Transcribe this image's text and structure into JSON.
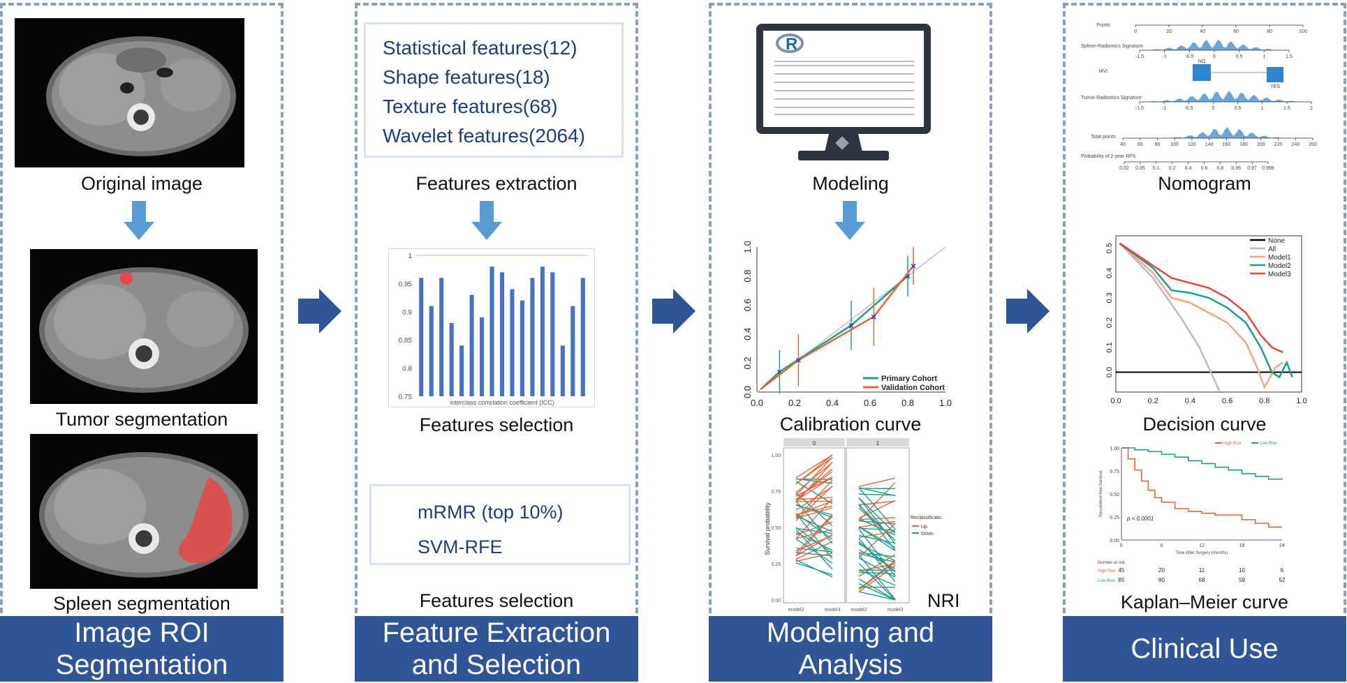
{
  "panels": {
    "p1": {
      "footer": [
        "Image ROI",
        "Segmentation"
      ],
      "captions": {
        "original": "Original image",
        "tumor": "Tumor segmentation",
        "spleen": "Spleen segmentation"
      }
    },
    "p2": {
      "footer": [
        "Feature Extraction",
        "and Selection"
      ],
      "feature_list": [
        "Statistical features(12)",
        "Shape features(18)",
        "Texture features(68)",
        "Wavelet features(2064)"
      ],
      "caption_extraction": "Features extraction",
      "caption_selection1": "Features selection",
      "methods": [
        "mRMR (top 10%)",
        "SVM-RFE"
      ],
      "caption_selection2": "Features selection"
    },
    "p3": {
      "footer": [
        "Modeling and",
        "Analysis"
      ],
      "caption_modeling": "Modeling",
      "caption_calibration": "Calibration curve",
      "caption_nri": "NRI",
      "monitor_logo": "R"
    },
    "p4": {
      "footer": [
        "Clinical Use"
      ],
      "caption_nomogram": "Nomogram",
      "caption_decision": "Decision curve",
      "caption_km": "Kaplan–Meier curve"
    }
  },
  "chart_data": [
    {
      "type": "bar",
      "xlabel": "interclass correlation coefficient (ICC)",
      "ylim": [
        0.75,
        1.0
      ],
      "yticks": [
        "0.75",
        "0.8",
        "0.85",
        "0.9",
        "0.95",
        "1"
      ],
      "values": [
        0.96,
        0.91,
        0.96,
        0.88,
        0.84,
        0.93,
        0.89,
        0.98,
        0.97,
        0.94,
        0.92,
        0.96,
        0.98,
        0.97,
        0.84,
        0.91,
        0.96
      ],
      "reference_line": 1.0,
      "colors": {
        "bar": "#4472c4",
        "ref": "#f4b183"
      }
    },
    {
      "type": "line",
      "xlim": [
        0,
        1
      ],
      "ylim": [
        0,
        1
      ],
      "xticks": [
        "0.0",
        "0.2",
        "0.4",
        "0.6",
        "0.8",
        "1.0"
      ],
      "yticks": [
        "0.0",
        "0.2",
        "0.4",
        "0.6",
        "0.8",
        "1.0"
      ],
      "legend_position": "bottom-right",
      "series": [
        {
          "name": "Primary Cohort",
          "color": "#1b9e8e",
          "x": [
            0.12,
            0.5,
            0.8
          ],
          "y": [
            0.14,
            0.46,
            0.8
          ],
          "err": [
            0.15,
            0.17,
            0.14
          ]
        },
        {
          "name": "Validation Cohort",
          "color": "#e8643a",
          "x": [
            0.22,
            0.62,
            0.83
          ],
          "y": [
            0.22,
            0.52,
            0.87
          ],
          "err": [
            0.18,
            0.2,
            0.13
          ]
        }
      ]
    },
    {
      "type": "line",
      "panels": [
        "0",
        "1"
      ],
      "ylabel": "Survival probability",
      "xticks": [
        "model2",
        "model3"
      ],
      "yticks": [
        "0.00",
        "0.25",
        "0.50",
        "0.75",
        "1.00"
      ],
      "legend_title": "Reclassification",
      "legend": [
        {
          "name": "Up",
          "color": "#e8643a"
        },
        {
          "name": "Down",
          "color": "#1b9e8e"
        }
      ]
    },
    {
      "type": "scatter",
      "rows": [
        "Points",
        "Spleen-Radiomics Signature",
        "MVI",
        "Tumor-Radiomics Signature",
        "Total points",
        "Probability of 2-year RFS"
      ],
      "points_ticks": [
        "0",
        "20",
        "40",
        "60",
        "80",
        "100"
      ],
      "spleen_ticks": [
        "-1.5",
        "-1",
        "-0.5",
        "0",
        "0.5",
        "1",
        "1.5"
      ],
      "mvi_labels": [
        "NO",
        "YES"
      ],
      "tumor_ticks": [
        "-1.5",
        "-1",
        "-0.5",
        "0",
        "0.5",
        "1",
        "1.5",
        "2"
      ],
      "total_ticks": [
        "40",
        "60",
        "80",
        "100",
        "120",
        "140",
        "160",
        "180",
        "200",
        "220",
        "240",
        "260"
      ],
      "prob_ticks": [
        "0.02",
        "0.05",
        "0.1",
        "0.2",
        "0.4",
        "0.6",
        "0.8",
        "0.95",
        "0.97",
        "0.998"
      ]
    },
    {
      "type": "line",
      "xlim": [
        0,
        1
      ],
      "ylim": [
        -0.08,
        0.55
      ],
      "xticks": [
        "0.0",
        "0.2",
        "0.4",
        "0.6",
        "0.8",
        "1.0"
      ],
      "yticks": [
        "0.0",
        "0.1",
        "0.2",
        "0.3",
        "0.4",
        "0.5"
      ],
      "legend_position": "top-right",
      "series": [
        {
          "name": "None",
          "color": "#000000",
          "x": [
            0,
            1
          ],
          "y": [
            0,
            0
          ]
        },
        {
          "name": "All",
          "color": "#bbbbbb",
          "x": [
            0.02,
            0.2,
            0.35,
            0.45,
            0.56
          ],
          "y": [
            0.52,
            0.38,
            0.22,
            0.1,
            -0.08
          ]
        },
        {
          "name": "Model1",
          "color": "#f4a582",
          "x": [
            0.02,
            0.2,
            0.3,
            0.4,
            0.5,
            0.6,
            0.7,
            0.76,
            0.8,
            0.86,
            0.9
          ],
          "y": [
            0.52,
            0.4,
            0.3,
            0.28,
            0.24,
            0.2,
            0.12,
            0.02,
            -0.06,
            0.02,
            0.04
          ]
        },
        {
          "name": "Model2",
          "color": "#1b9e8e",
          "x": [
            0.02,
            0.2,
            0.3,
            0.4,
            0.5,
            0.6,
            0.7,
            0.78,
            0.84,
            0.88,
            0.92,
            0.95
          ],
          "y": [
            0.52,
            0.42,
            0.33,
            0.32,
            0.3,
            0.26,
            0.2,
            0.1,
            0.0,
            -0.02,
            0.04,
            -0.02
          ]
        },
        {
          "name": "Model3",
          "color": "#e8443a",
          "x": [
            0.02,
            0.2,
            0.3,
            0.4,
            0.5,
            0.6,
            0.7,
            0.78,
            0.84,
            0.9
          ],
          "y": [
            0.52,
            0.43,
            0.38,
            0.36,
            0.34,
            0.3,
            0.24,
            0.15,
            0.1,
            0.08
          ]
        }
      ]
    },
    {
      "type": "line",
      "ylabel": "Recurrence-free Survival",
      "xlabel": "Time After Surgery (months)",
      "xticks": [
        "0",
        "6",
        "12",
        "18",
        "24"
      ],
      "yticks": [
        "0.00",
        "0.25",
        "0.50",
        "0.75",
        "1.00"
      ],
      "annotation": "p < 0.0001",
      "series": [
        {
          "name": "High Risk",
          "color": "#e8643a",
          "x": [
            0,
            1,
            2,
            3,
            4,
            5,
            6,
            8,
            10,
            12,
            14,
            16,
            18,
            20,
            22,
            24
          ],
          "y": [
            1.0,
            0.88,
            0.76,
            0.64,
            0.54,
            0.46,
            0.41,
            0.34,
            0.31,
            0.29,
            0.27,
            0.27,
            0.22,
            0.18,
            0.14,
            0.14
          ]
        },
        {
          "name": "Low Risk",
          "color": "#1b9e8e",
          "x": [
            0,
            2,
            4,
            6,
            8,
            10,
            12,
            14,
            16,
            18,
            20,
            22,
            24
          ],
          "y": [
            1.0,
            0.98,
            0.96,
            0.93,
            0.9,
            0.86,
            0.83,
            0.79,
            0.76,
            0.72,
            0.69,
            0.66,
            0.67
          ]
        }
      ],
      "risk_table": {
        "title": "Number at risk",
        "rows": [
          {
            "name": "High Risk",
            "values": [
              "45",
              "20",
              "11",
              "10",
              "6"
            ]
          },
          {
            "name": "Low Risk",
            "values": [
              "85",
              "80",
              "68",
              "59",
              "52"
            ]
          }
        ]
      }
    }
  ]
}
